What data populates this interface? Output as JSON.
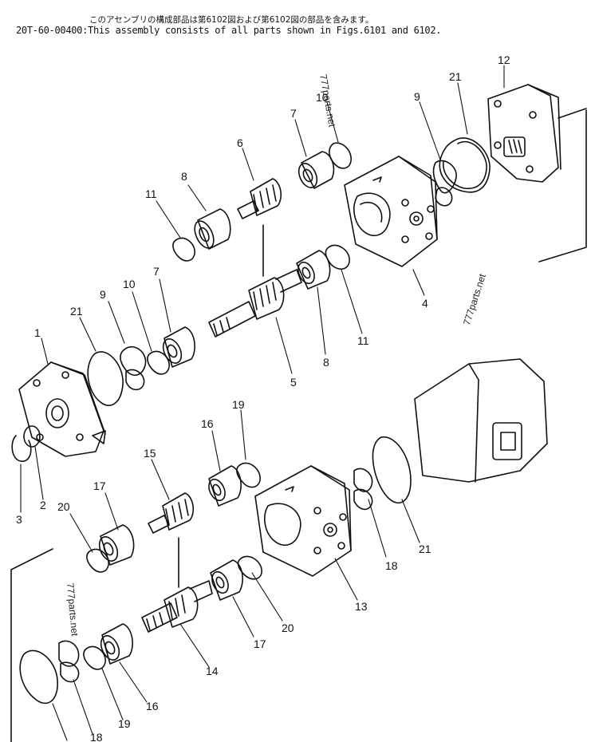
{
  "header": {
    "japanese_note": "このアセンブリの構成部品は第6102図および第6102図の部品を含みます。",
    "english_note": "20T-60-00400:This assembly consists of all parts shown in Figs.6101 and 6102."
  },
  "watermark": "777parts.net",
  "callouts": [
    {
      "id": "c12a",
      "label": "12"
    },
    {
      "id": "c21a",
      "label": "21"
    },
    {
      "id": "c9a",
      "label": "9"
    },
    {
      "id": "c10a",
      "label": "10"
    },
    {
      "id": "c7a",
      "label": "7"
    },
    {
      "id": "c6",
      "label": "6"
    },
    {
      "id": "c8a",
      "label": "8"
    },
    {
      "id": "c11a",
      "label": "11"
    },
    {
      "id": "c4",
      "label": "4"
    },
    {
      "id": "c7b",
      "label": "7"
    },
    {
      "id": "c10b",
      "label": "10"
    },
    {
      "id": "c9b",
      "label": "9"
    },
    {
      "id": "c21b",
      "label": "21"
    },
    {
      "id": "c1",
      "label": "1"
    },
    {
      "id": "c5",
      "label": "5"
    },
    {
      "id": "c8b",
      "label": "8"
    },
    {
      "id": "c11b",
      "label": "11"
    },
    {
      "id": "c19a",
      "label": "19"
    },
    {
      "id": "c16a",
      "label": "16"
    },
    {
      "id": "c15",
      "label": "15"
    },
    {
      "id": "c17a",
      "label": "17"
    },
    {
      "id": "c20a",
      "label": "20"
    },
    {
      "id": "c3",
      "label": "3"
    },
    {
      "id": "c2",
      "label": "2"
    },
    {
      "id": "c13",
      "label": "13"
    },
    {
      "id": "c18a",
      "label": "18"
    },
    {
      "id": "c21c",
      "label": "21"
    },
    {
      "id": "c20b",
      "label": "20"
    },
    {
      "id": "c17b",
      "label": "17"
    },
    {
      "id": "c14",
      "label": "14"
    },
    {
      "id": "c16b",
      "label": "16"
    },
    {
      "id": "c19b",
      "label": "19"
    },
    {
      "id": "c18b",
      "label": "18"
    }
  ]
}
